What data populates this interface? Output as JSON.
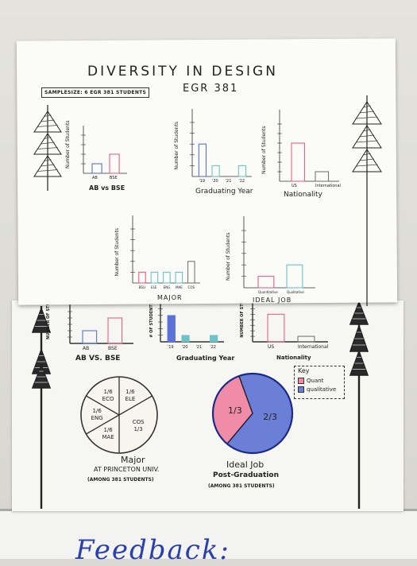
{
  "poster": {
    "title": "DIVERSITY IN DESIGN",
    "course": "EGR 381",
    "sample_size": "SAMPLESIZE: 6 EGR 381 STUDENTS"
  },
  "top_charts": {
    "ylabel": "Number of Students",
    "ab_bse": {
      "x_ticks": [
        "AB",
        "BSE"
      ],
      "caption": "AB vs BSE",
      "values": [
        1,
        2
      ]
    },
    "grad_year": {
      "x_ticks": [
        "'19",
        "'20",
        "'21",
        "'22"
      ],
      "caption": "Graduating Year",
      "values": [
        3,
        1,
        0,
        1
      ]
    },
    "nationality": {
      "x_ticks": [
        "US",
        "International"
      ],
      "caption": "Nationality",
      "values": [
        4,
        1
      ]
    },
    "major": {
      "x_ticks": [
        "BSU",
        "ELE",
        "ENG",
        "MAE",
        "COS"
      ],
      "caption": "MAJOR",
      "values": [
        1,
        1,
        1,
        1,
        2
      ]
    },
    "ideal_job": {
      "x_ticks": [
        "Quantitative",
        "Qualitative"
      ],
      "caption": "IDEAL JOB",
      "values": [
        1,
        2
      ]
    }
  },
  "bottom_charts": {
    "ab_bse": {
      "ylabel": "NUMBER OF STU",
      "x_ticks": [
        "AB",
        "BSE"
      ],
      "caption": "AB VS. BSE",
      "values": [
        2,
        4
      ]
    },
    "grad_year": {
      "ylabel": "# OF STUDENTS",
      "x_ticks": [
        "'19",
        "'20",
        "'21",
        "'22"
      ],
      "caption": "Graduating Year",
      "values": [
        4,
        1,
        0,
        1
      ]
    },
    "nationality": {
      "ylabel": "NUMBER OF STU",
      "x_ticks": [
        "US",
        "International"
      ],
      "caption": "Nationality",
      "values": [
        5,
        1
      ]
    }
  },
  "major_pie": {
    "slices": [
      {
        "label": "1/6 ECO",
        "value": 1
      },
      {
        "label": "1/6 ELE",
        "value": 1
      },
      {
        "label": "COS 1/3",
        "value": 2
      },
      {
        "label": "1/6 MAE",
        "value": 1
      },
      {
        "label": "1/6 ENG",
        "value": 1
      }
    ],
    "caption": "Major",
    "sub1": "AT PRINCETON UNIV.",
    "sub2": "(AMONG 381 STUDENTS)"
  },
  "job_pie": {
    "slices": [
      {
        "label": "2/3",
        "value": 2,
        "color": "#6b7fd6"
      },
      {
        "label": "1/3",
        "value": 1,
        "color": "#f08ca8"
      }
    ],
    "caption": "Ideal Job",
    "sub1": "Post-Graduation",
    "sub2": "(AMONG 381 STUDENTS)"
  },
  "key": {
    "title": "Key",
    "items": [
      {
        "label": "Quant",
        "color": "#f08ca8"
      },
      {
        "label": "qualitative",
        "color": "#6b7fd6"
      }
    ]
  },
  "feedback": "Feedback:",
  "colors": {
    "blue_bar": "#5b73d6",
    "pink_bar": "#e8608c",
    "teal_bar": "#6cc4c8",
    "gray_bar": "#777777"
  }
}
